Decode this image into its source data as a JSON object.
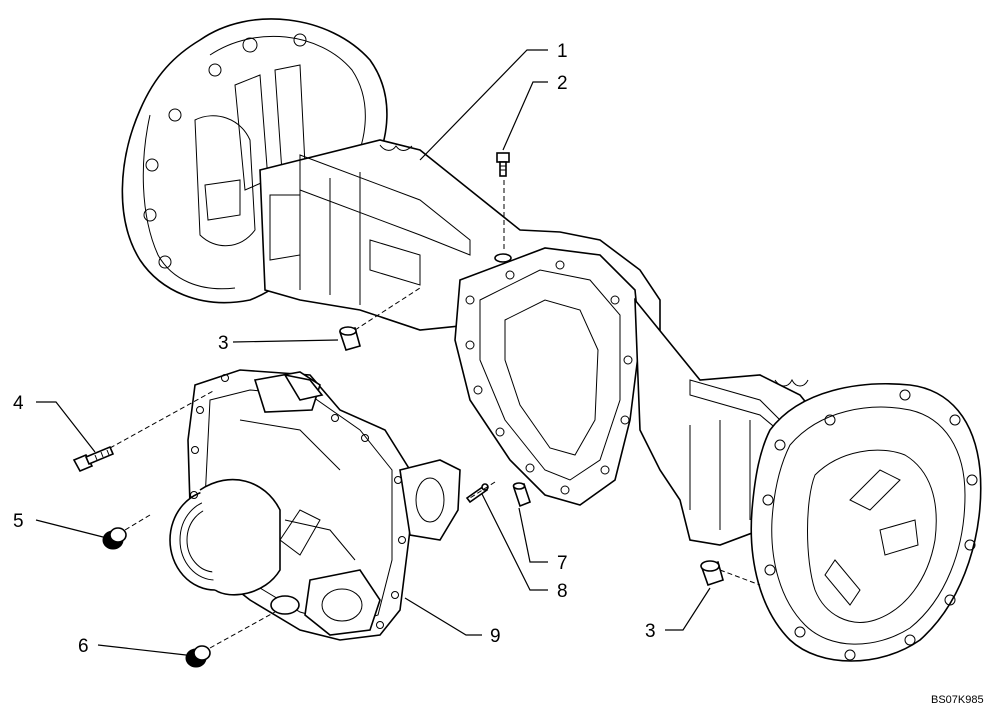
{
  "diagram": {
    "callouts": [
      {
        "id": "c1",
        "label": "1"
      },
      {
        "id": "c2",
        "label": "2"
      },
      {
        "id": "c3a",
        "label": "3"
      },
      {
        "id": "c4",
        "label": "4"
      },
      {
        "id": "c5",
        "label": "5"
      },
      {
        "id": "c6",
        "label": "6"
      },
      {
        "id": "c7",
        "label": "7"
      },
      {
        "id": "c8",
        "label": "8"
      },
      {
        "id": "c9",
        "label": "9"
      },
      {
        "id": "c3b",
        "label": "3"
      }
    ],
    "drawing_code": "BS07K985"
  }
}
